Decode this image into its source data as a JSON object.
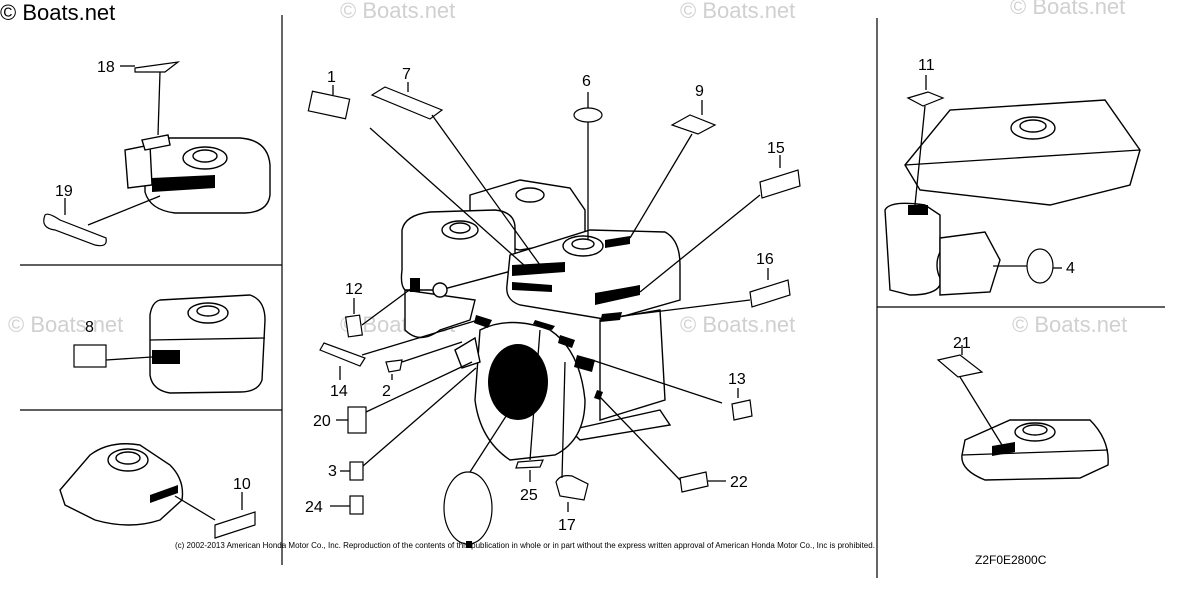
{
  "watermark": {
    "main": "© Boats.net",
    "faded": "© Boats.net"
  },
  "callouts": {
    "c1": "1",
    "c2": "2",
    "c3": "3",
    "c4": "4",
    "c6": "6",
    "c7": "7",
    "c8": "8",
    "c9": "9",
    "c10": "10",
    "c11": "11",
    "c12": "12",
    "c13": "13",
    "c14": "14",
    "c15": "15",
    "c16": "16",
    "c17": "17",
    "c18": "18",
    "c19": "19",
    "c20": "20",
    "c21": "21",
    "c22": "22",
    "c24": "24",
    "c25": "25"
  },
  "footer": {
    "copyright": "(c) 2002-2013 American Honda Motor Co., Inc. Reproduction of the contents of this publication in whole or in part without the express written approval of American Honda Motor Co., Inc is prohibited.",
    "diagram_code": "Z2F0E2800C"
  }
}
